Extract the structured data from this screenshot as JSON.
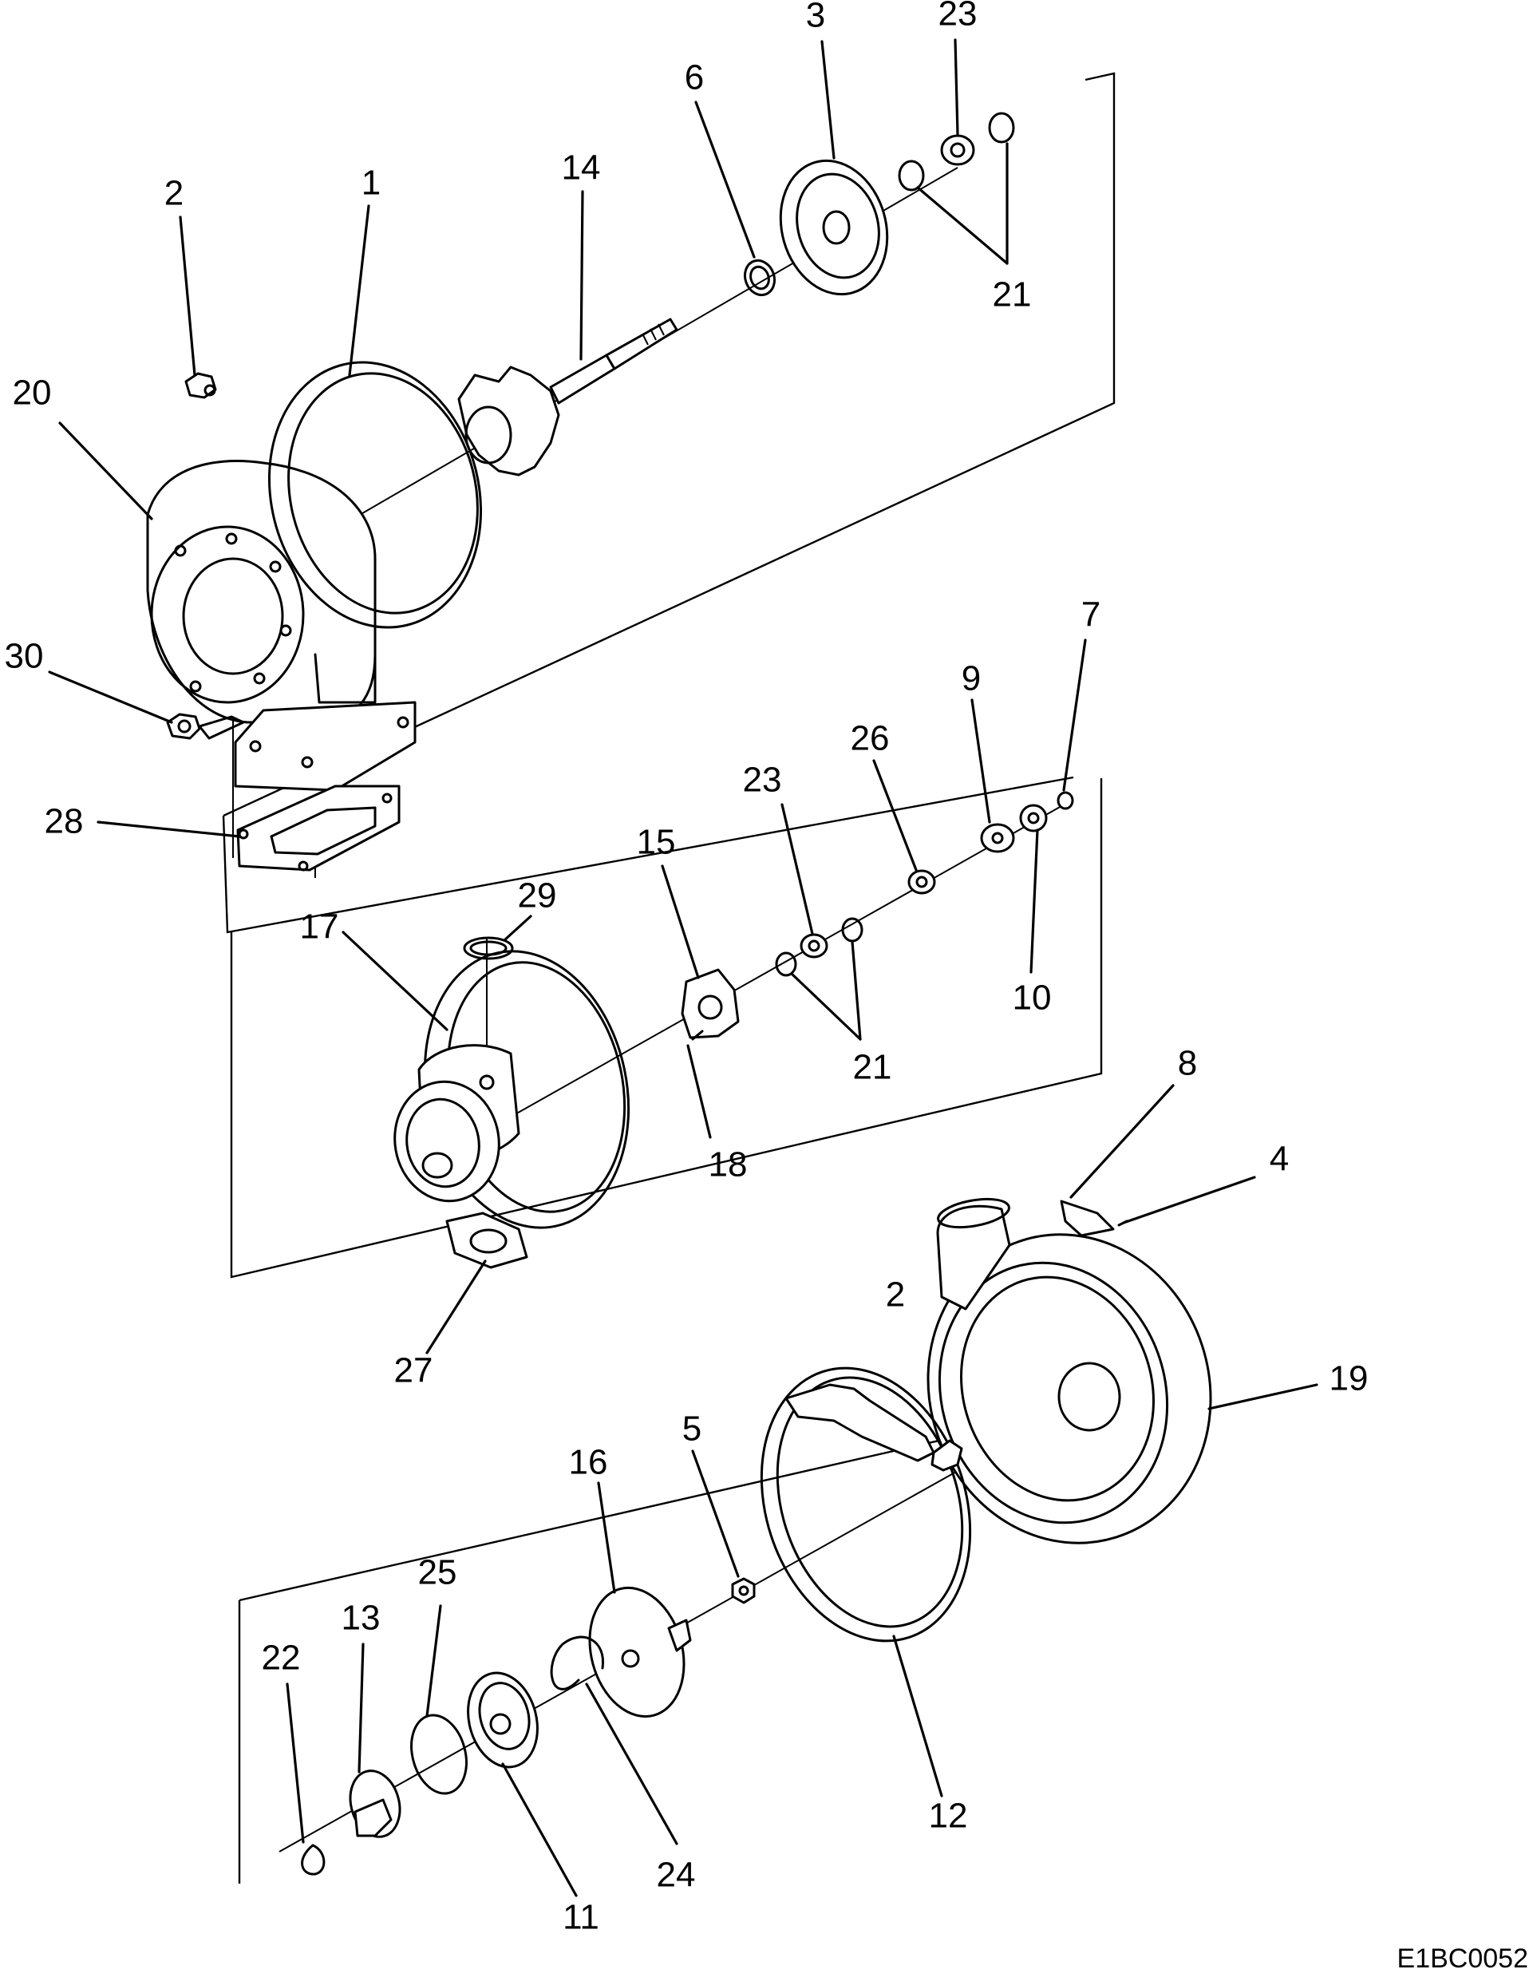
{
  "figure_code": "E1BC0052",
  "callouts": [
    {
      "id": "label-1",
      "text": "1"
    },
    {
      "id": "label-2-top",
      "text": "2"
    },
    {
      "id": "label-2-bottom",
      "text": "2"
    },
    {
      "id": "label-3",
      "text": "3"
    },
    {
      "id": "label-4",
      "text": "4"
    },
    {
      "id": "label-5",
      "text": "5"
    },
    {
      "id": "label-6",
      "text": "6"
    },
    {
      "id": "label-7",
      "text": "7"
    },
    {
      "id": "label-8",
      "text": "8"
    },
    {
      "id": "label-9",
      "text": "9"
    },
    {
      "id": "label-10",
      "text": "10"
    },
    {
      "id": "label-11",
      "text": "11"
    },
    {
      "id": "label-12",
      "text": "12"
    },
    {
      "id": "label-13",
      "text": "13"
    },
    {
      "id": "label-14",
      "text": "14"
    },
    {
      "id": "label-15",
      "text": "15"
    },
    {
      "id": "label-16",
      "text": "16"
    },
    {
      "id": "label-17",
      "text": "17"
    },
    {
      "id": "label-18",
      "text": "18"
    },
    {
      "id": "label-19",
      "text": "19"
    },
    {
      "id": "label-20",
      "text": "20"
    },
    {
      "id": "label-21-top",
      "text": "21"
    },
    {
      "id": "label-21-mid",
      "text": "21"
    },
    {
      "id": "label-22",
      "text": "22"
    },
    {
      "id": "label-23-top",
      "text": "23"
    },
    {
      "id": "label-23-mid",
      "text": "23"
    },
    {
      "id": "label-24",
      "text": "24"
    },
    {
      "id": "label-25",
      "text": "25"
    },
    {
      "id": "label-26",
      "text": "26"
    },
    {
      "id": "label-27",
      "text": "27"
    },
    {
      "id": "label-28",
      "text": "28"
    },
    {
      "id": "label-29",
      "text": "29"
    },
    {
      "id": "label-30",
      "text": "30"
    }
  ]
}
